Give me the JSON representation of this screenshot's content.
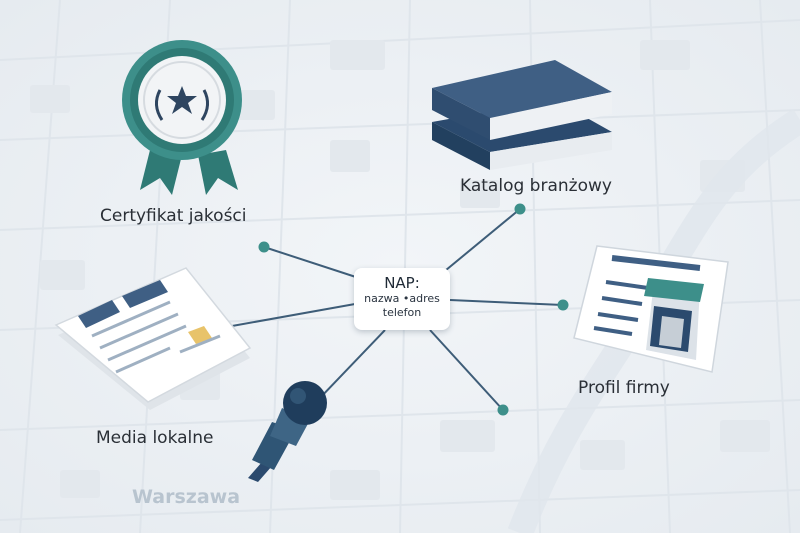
{
  "hub": {
    "title": "NAP:",
    "line1": "nazwa •adres",
    "line2": "telefon"
  },
  "sources": {
    "certificate": "Certyfikat jakości",
    "catalog": "Katalog branżowy",
    "profile": "Profil firmy",
    "media": "Media lokalne"
  },
  "map": {
    "city": "Warszawa"
  },
  "colors": {
    "teal": "#3d8f8a",
    "navy": "#3f5f84",
    "line": "#3e5d78",
    "yellow": "#e8c36a",
    "background": "#eef2f5"
  },
  "icons": [
    "ribbon-award-icon",
    "books-icon",
    "storefront-profile-icon",
    "newspaper-icon",
    "microphone-icon"
  ]
}
